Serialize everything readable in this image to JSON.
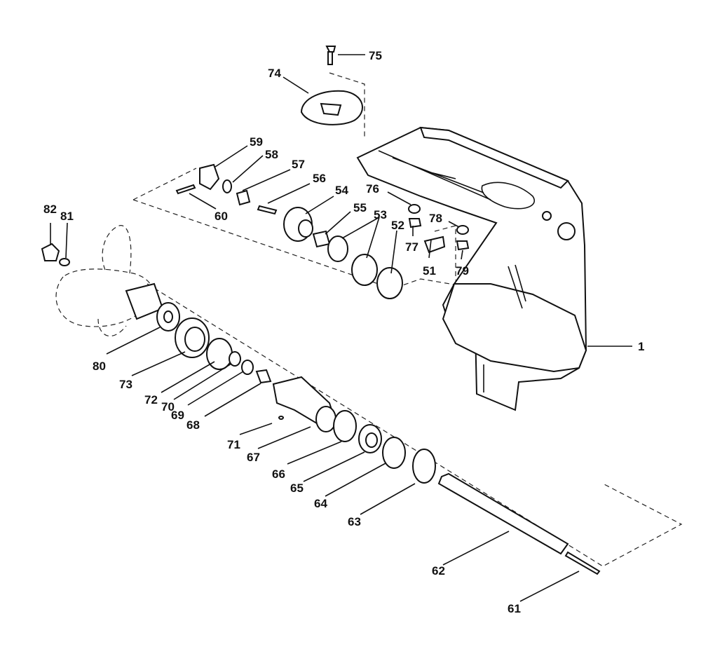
{
  "callouts": [
    {
      "id": "n1",
      "text": "1"
    },
    {
      "id": "n51",
      "text": "51"
    },
    {
      "id": "n52",
      "text": "52"
    },
    {
      "id": "n53",
      "text": "53"
    },
    {
      "id": "n54",
      "text": "54"
    },
    {
      "id": "n55",
      "text": "55"
    },
    {
      "id": "n56",
      "text": "56"
    },
    {
      "id": "n57",
      "text": "57"
    },
    {
      "id": "n58",
      "text": "58"
    },
    {
      "id": "n59",
      "text": "59"
    },
    {
      "id": "n60",
      "text": "60"
    },
    {
      "id": "n61",
      "text": "61"
    },
    {
      "id": "n62",
      "text": "62"
    },
    {
      "id": "n63",
      "text": "63"
    },
    {
      "id": "n64",
      "text": "64"
    },
    {
      "id": "n65",
      "text": "65"
    },
    {
      "id": "n66",
      "text": "66"
    },
    {
      "id": "n67",
      "text": "67"
    },
    {
      "id": "n68",
      "text": "68"
    },
    {
      "id": "n69",
      "text": "69"
    },
    {
      "id": "n70",
      "text": "70"
    },
    {
      "id": "n71",
      "text": "71"
    },
    {
      "id": "n72",
      "text": "72"
    },
    {
      "id": "n73",
      "text": "73"
    },
    {
      "id": "n74",
      "text": "74"
    },
    {
      "id": "n75",
      "text": "75"
    },
    {
      "id": "n76",
      "text": "76"
    },
    {
      "id": "n77",
      "text": "77"
    },
    {
      "id": "n78",
      "text": "78"
    },
    {
      "id": "n79",
      "text": "79"
    },
    {
      "id": "n80",
      "text": "80"
    },
    {
      "id": "n81",
      "text": "81"
    },
    {
      "id": "n82",
      "text": "82"
    }
  ]
}
